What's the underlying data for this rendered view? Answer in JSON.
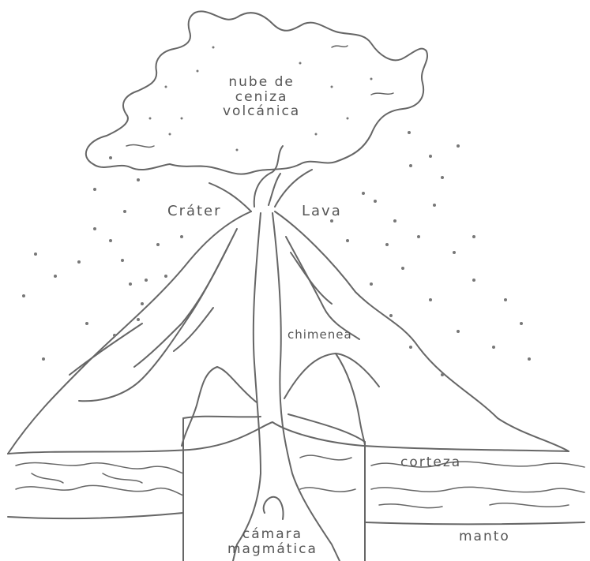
{
  "diagram": {
    "labels": {
      "cloud": [
        "nube de",
        "ceniza",
        "volcánica"
      ],
      "crater": "Cráter",
      "lava": "Lava",
      "chimney": "chimenea",
      "crust": "corteza",
      "chamber": [
        "cámara",
        "magmática"
      ],
      "mantle": "manto"
    },
    "colors": {
      "stroke": "#666666",
      "text": "#555555",
      "background": "#ffffff"
    }
  }
}
